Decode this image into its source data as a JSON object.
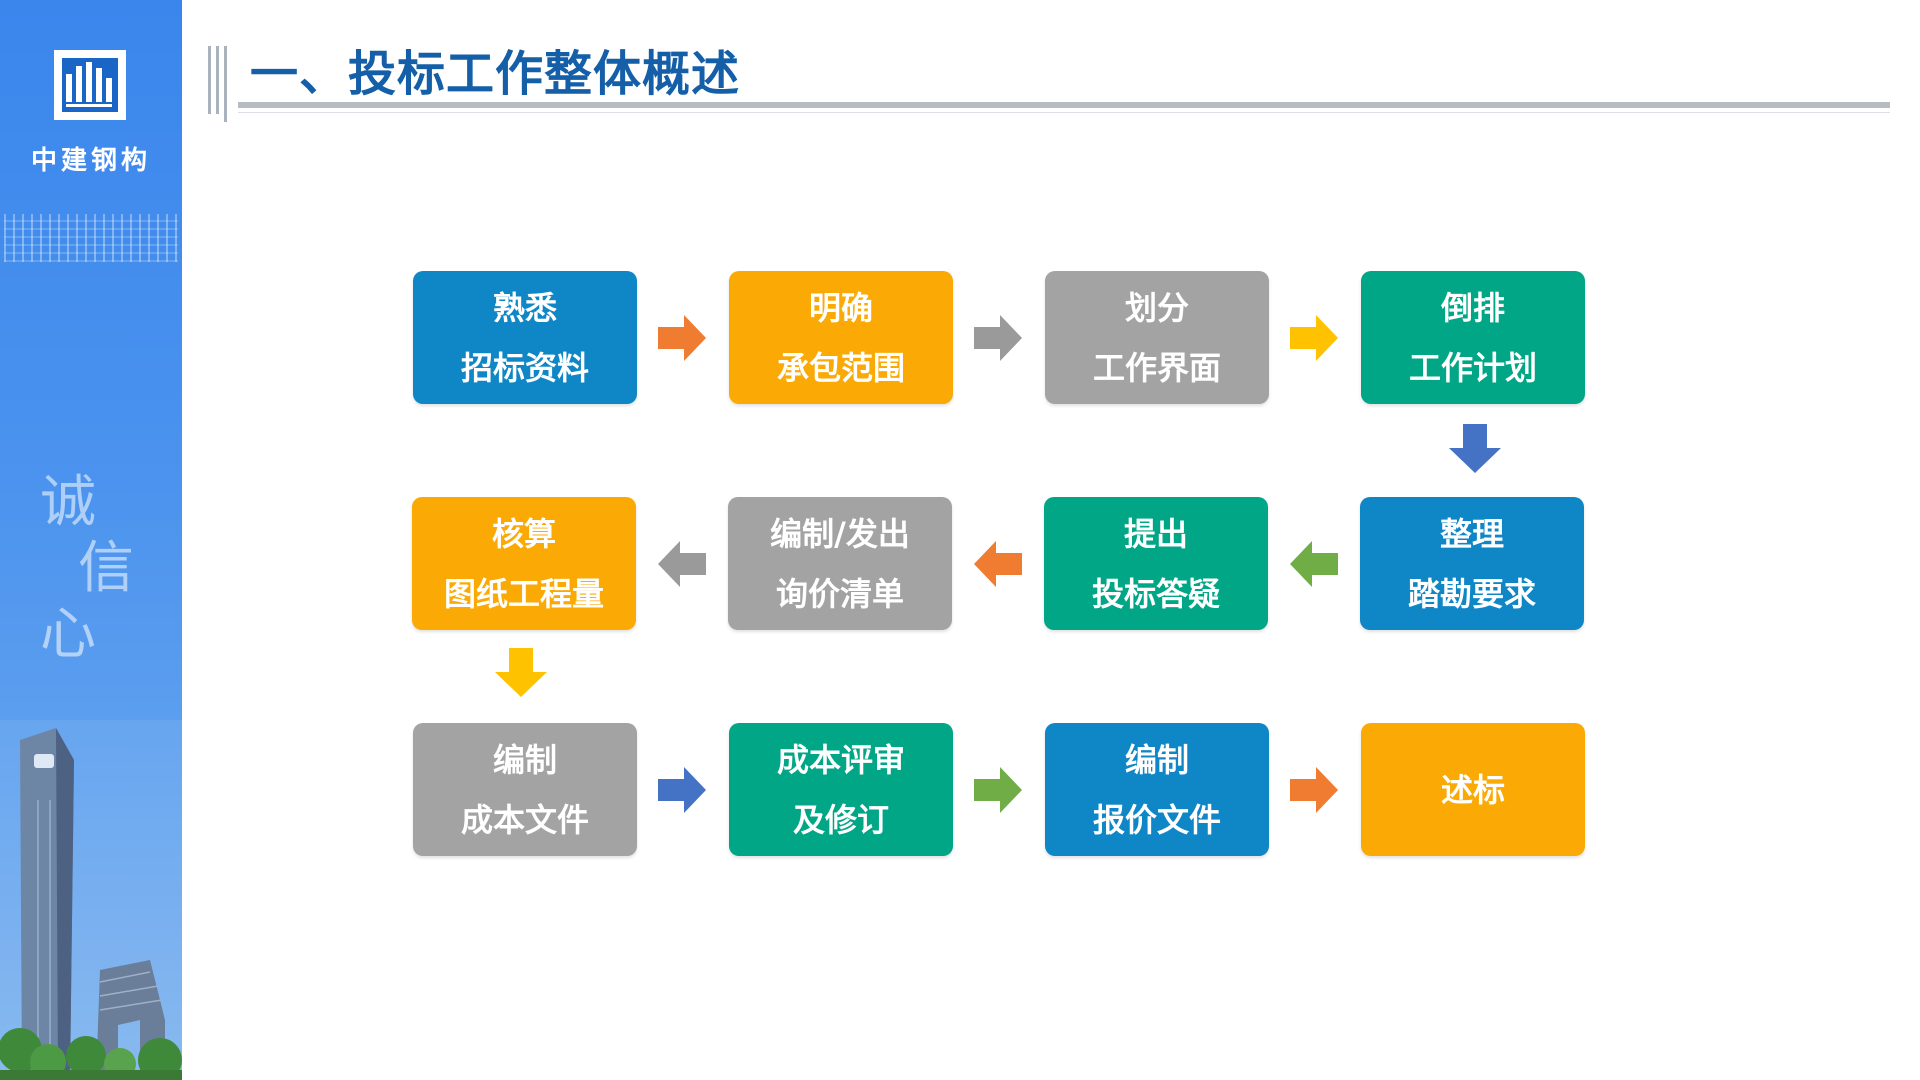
{
  "sidebar": {
    "company_name": "中建钢构",
    "calligraphy": [
      "诚",
      "信",
      "心"
    ]
  },
  "header": {
    "title": "一、投标工作整体概述"
  },
  "colors": {
    "blue": "#0f86c6",
    "orange": "#fba904",
    "gray": "#a3a3a3",
    "teal": "#00a685",
    "arrow_orange": "#ef7c30",
    "arrow_gray": "#9a9a9a",
    "arrow_yellow": "#ffc200",
    "arrow_blue": "#4472c4",
    "arrow_green": "#70ad47",
    "title_blue": "#145fa8"
  },
  "flow": {
    "steps": [
      {
        "line1": "熟悉",
        "line2": "招标资料"
      },
      {
        "line1": "明确",
        "line2": "承包范围"
      },
      {
        "line1": "划分",
        "line2": "工作界面"
      },
      {
        "line1": "倒排",
        "line2": "工作计划"
      },
      {
        "line1": "整理",
        "line2": "踏勘要求"
      },
      {
        "line1": "提出",
        "line2": "投标答疑"
      },
      {
        "line1": "编制/发出",
        "line2": "询价清单"
      },
      {
        "line1": "核算",
        "line2": "图纸工程量"
      },
      {
        "line1": "编制",
        "line2": "成本文件"
      },
      {
        "line1": "成本评审",
        "line2": "及修订"
      },
      {
        "line1": "编制",
        "line2": "报价文件"
      },
      {
        "line1": "述标",
        "line2": ""
      }
    ]
  }
}
